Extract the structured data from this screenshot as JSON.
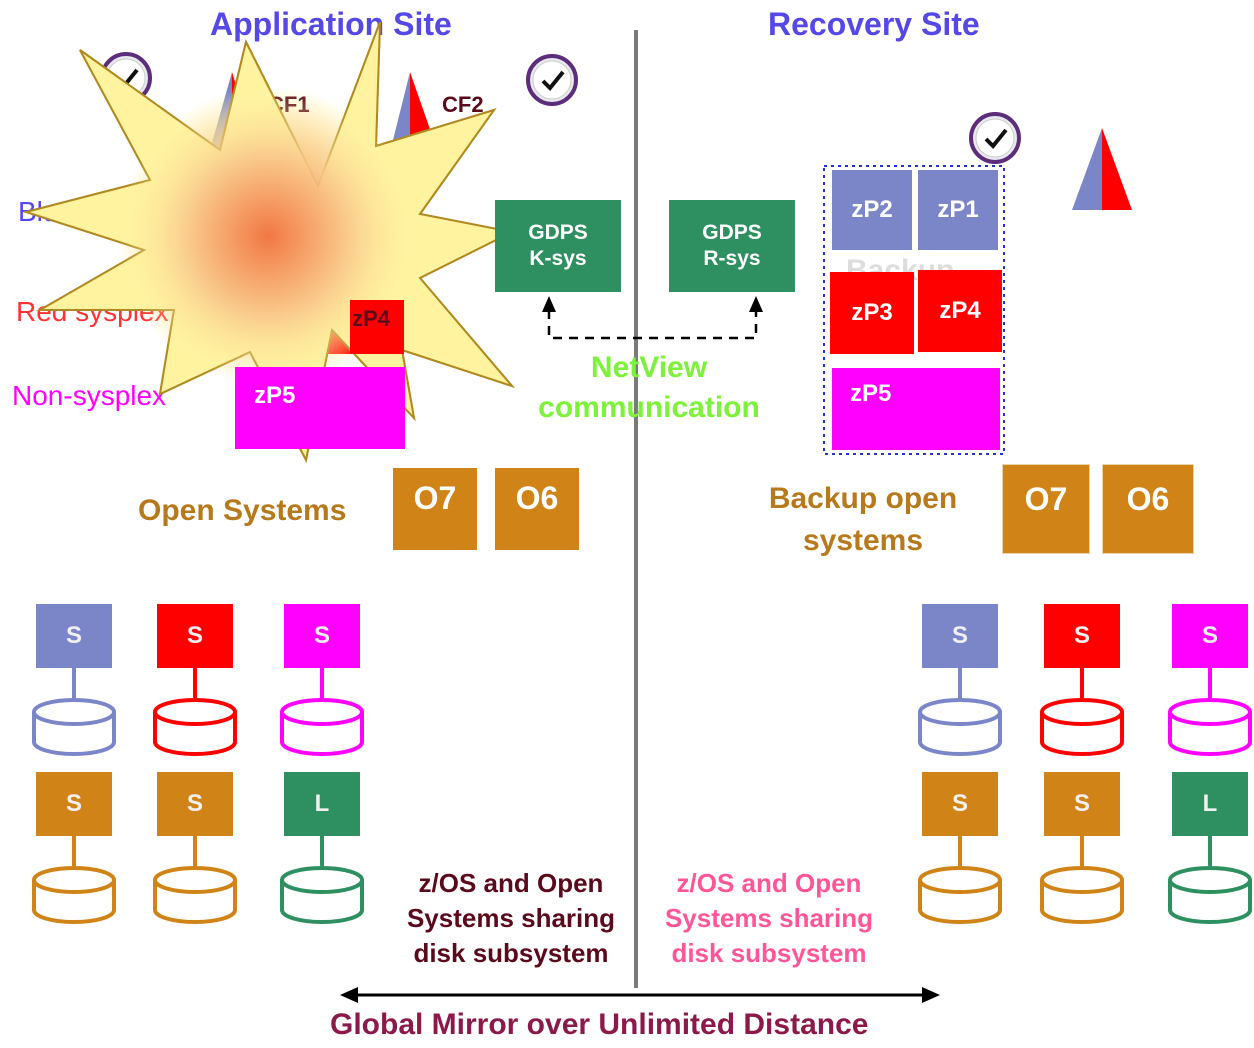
{
  "sites": {
    "application": "Application Site",
    "recovery": "Recovery Site"
  },
  "coupling": {
    "cf1": "CF1",
    "cf2": "CF2"
  },
  "sysplex_labels": {
    "blue": "Blue sysplex",
    "red": "Red sysplex",
    "non": "Non-sysplex"
  },
  "app_partitions": {
    "red_partial": "zP4",
    "magenta": "zP5"
  },
  "gdps": {
    "k_line1": "GDPS",
    "k_line2": "K-sys",
    "r_line1": "GDPS",
    "r_line2": "R-sys"
  },
  "netview": {
    "line1": "NetView",
    "line2": "communication"
  },
  "recovery_partitions": {
    "zp2": "zP2",
    "zp1": "zP1",
    "zp3": "zP3",
    "zp4": "zP4",
    "zp5": "zP5"
  },
  "open_systems": {
    "label": "Open Systems",
    "o7": "O7",
    "o6": "O6",
    "backup_line1": "Backup open",
    "backup_line2": "systems",
    "backup_o7": "O7",
    "backup_o6": "O6"
  },
  "app_disks": {
    "row1": [
      "S",
      "S",
      "S"
    ],
    "row2": [
      "S",
      "S",
      "L"
    ]
  },
  "rec_disks": {
    "row1": [
      "S",
      "S",
      "S"
    ],
    "row2": [
      "S",
      "S",
      "L"
    ]
  },
  "sharing_note": {
    "left_line1": "z/OS and Open",
    "left_line2": "Systems sharing",
    "left_line3": "disk subsystem",
    "right_line1": "z/OS and Open",
    "right_line2": "Systems sharing",
    "right_line3": "disk subsystem"
  },
  "mirror_label": "Global Mirror over Unlimited Distance",
  "colors": {
    "blue": "#7b86c9",
    "red": "#ff0000",
    "magenta": "#ff00ff",
    "orange": "#d08418",
    "green": "#2e9060",
    "title_blue": "#5548e6",
    "netview_green": "#7cf23a",
    "dark_maroon": "#5a0a1a",
    "pink": "#ff5599",
    "mirror": "#8b1a4a",
    "open_sys_text": "#b67a1c"
  },
  "icons": [
    "clock-icon",
    "explosion-icon",
    "coupling-facility-icon",
    "disk-icon",
    "arrow-icon"
  ]
}
